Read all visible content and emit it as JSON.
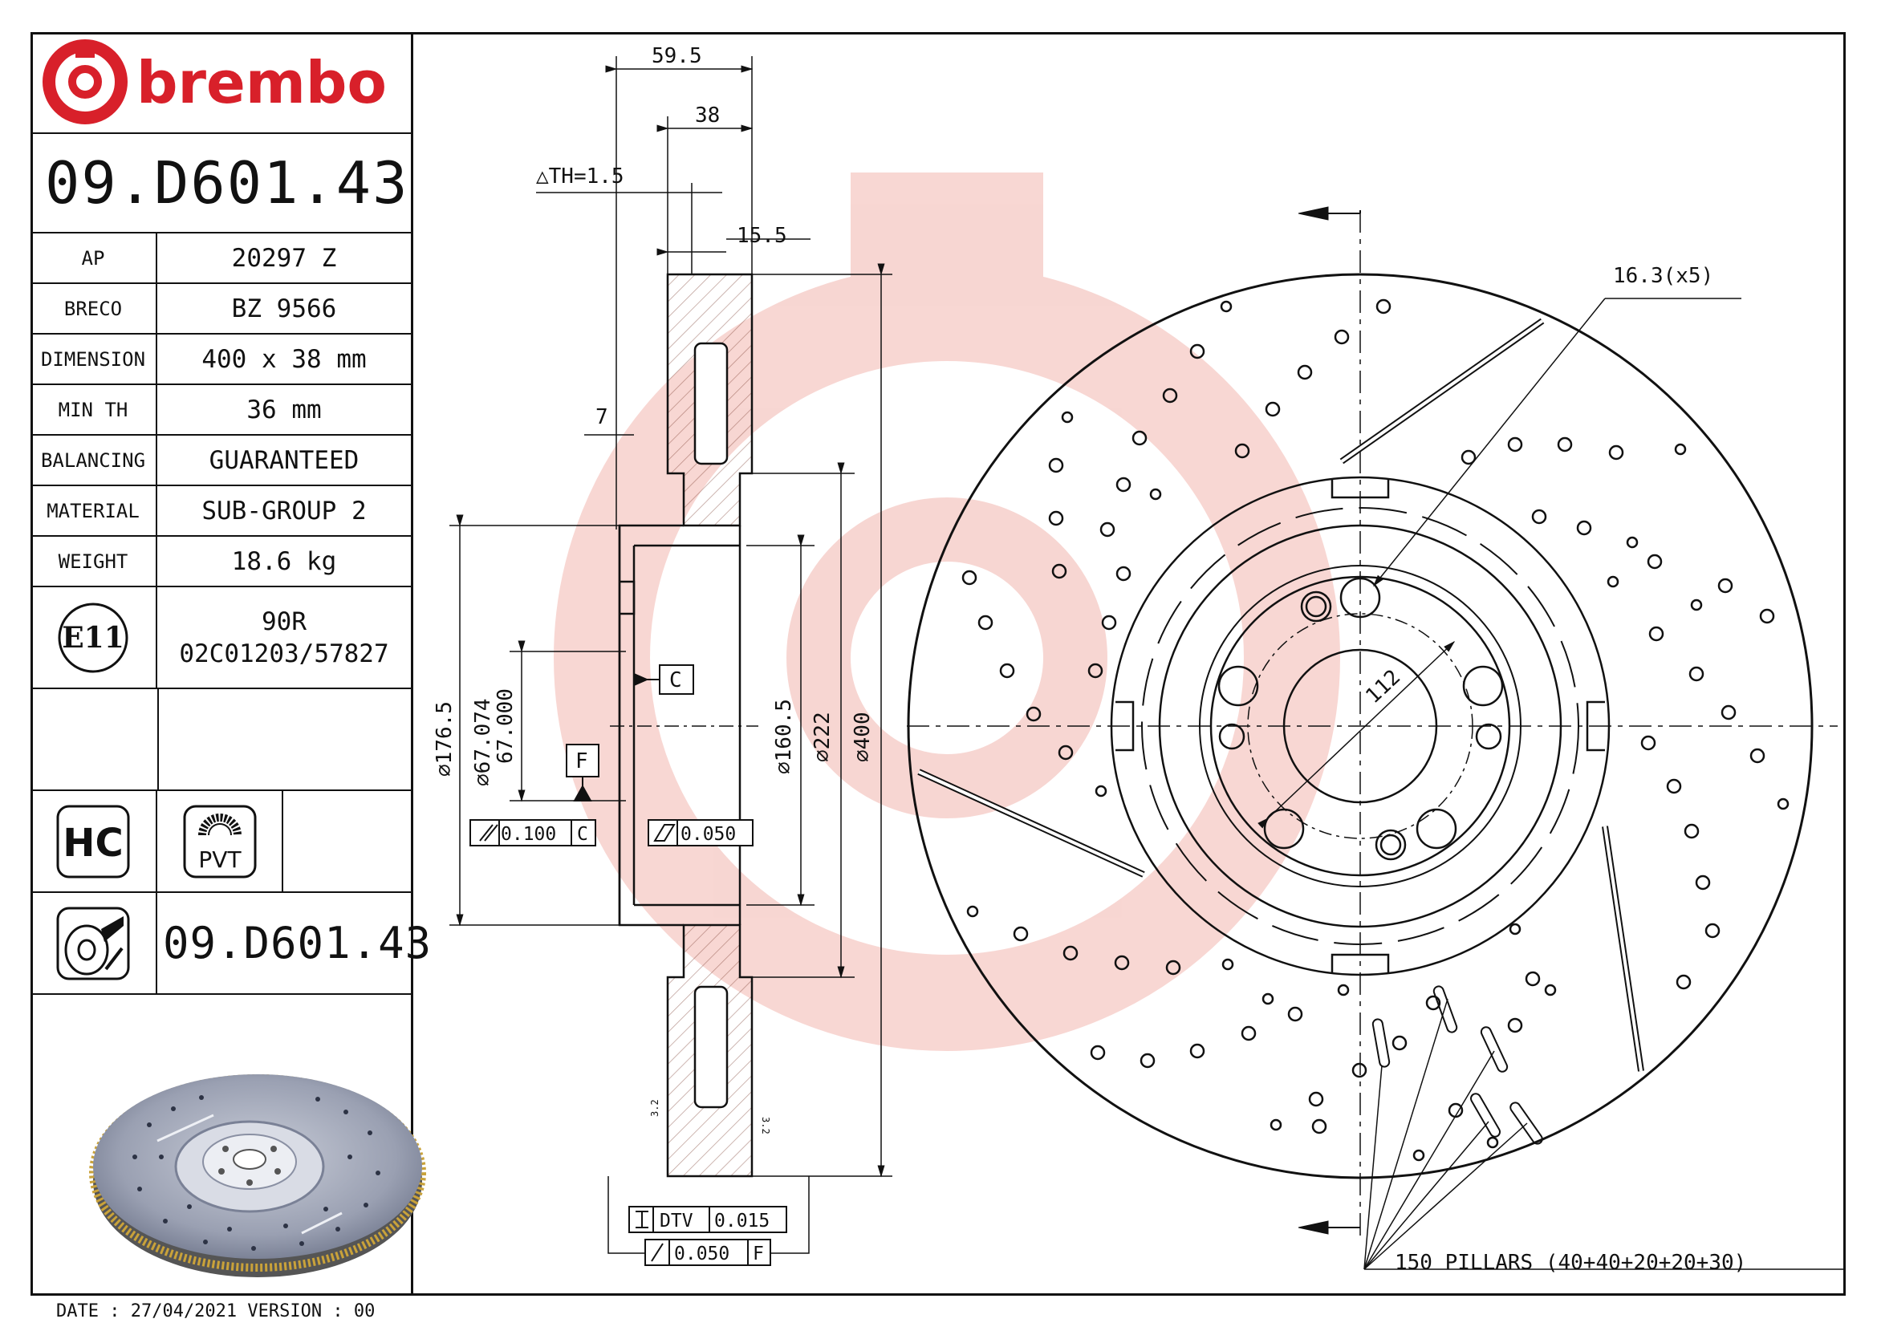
{
  "brand": {
    "name": "brembo",
    "color": "#d8202a"
  },
  "part_number": "09.D601.43",
  "specs": [
    {
      "key": "AP",
      "value": "20297 Z"
    },
    {
      "key": "BRECO",
      "value": "BZ 9566"
    },
    {
      "key": "DIMENSION",
      "value": "400 x 38 mm"
    },
    {
      "key": "MIN TH",
      "value": "36 mm"
    },
    {
      "key": "BALANCING",
      "value": "GUARANTEED"
    },
    {
      "key": "MATERIAL",
      "value": "SUB-GROUP 2"
    },
    {
      "key": "WEIGHT",
      "value": "18.6 kg"
    }
  ],
  "certification": {
    "mark": "E11",
    "line1": "90R",
    "line2": "02C01203/57827"
  },
  "badges": {
    "hc": "HC",
    "pvt": "PVT"
  },
  "part_number_bottom": "09.D601.43",
  "footer": "DATE : 27/04/2021 VERSION : 00",
  "dimensions": {
    "d59": "59.5",
    "d38": "38",
    "th": "△TH=1.5",
    "d15": "15.5",
    "d7": "7",
    "d176": "⌀176.5",
    "d67a": "⌀67.074",
    "d67b": "67.000",
    "d160": "⌀160.5",
    "d222": "⌀222",
    "d400": "⌀400",
    "holes": "16.3(x5)",
    "pcd": "112",
    "pillars": "150 PILLARS (40+40+20+20+30)"
  },
  "tolerances": {
    "datum_c": "C",
    "datum_f": "F",
    "parallel": "0.100",
    "parallel_ref": "C",
    "flat": "0.050",
    "dtv_label": "DTV",
    "dtv": "0.015",
    "runout": "0.050",
    "runout_ref": "F",
    "small_a": "3.2",
    "small_b": "3.2"
  }
}
